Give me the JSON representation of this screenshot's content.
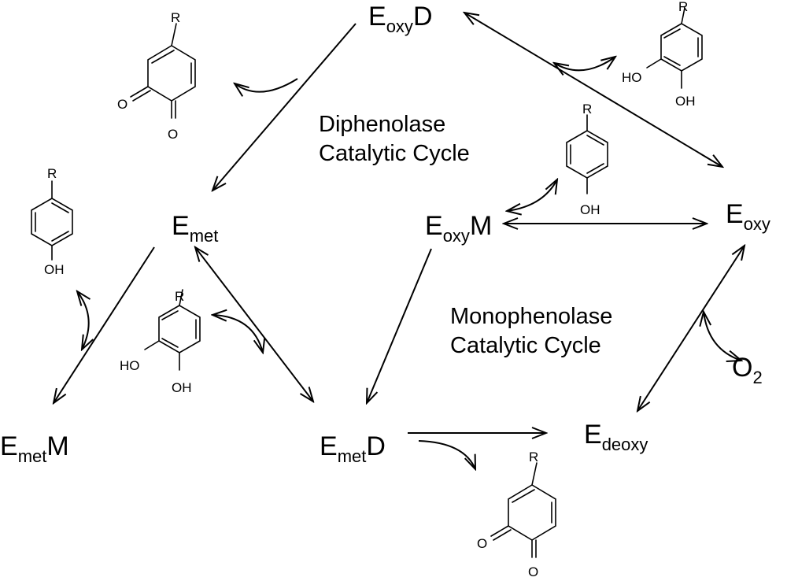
{
  "species": {
    "eoxyd": {
      "base": "E",
      "sub": "oxy",
      "suffix": "D"
    },
    "emet": {
      "base": "E",
      "sub": "met",
      "suffix": ""
    },
    "eoxym": {
      "base": "E",
      "sub": "oxy",
      "suffix": "M"
    },
    "eoxy": {
      "base": "E",
      "sub": "oxy",
      "suffix": ""
    },
    "emetm": {
      "base": "E",
      "sub": "met",
      "suffix": "M"
    },
    "emetd": {
      "base": "E",
      "sub": "met",
      "suffix": "D"
    },
    "edeoxy": {
      "base": "E",
      "sub": "deoxy",
      "suffix": ""
    },
    "o2": {
      "base": "O",
      "sub": "2",
      "suffix": ""
    }
  },
  "cycles": {
    "diphenolase": {
      "line1": "Diphenolase",
      "line2": "Catalytic Cycle"
    },
    "monophenolase": {
      "line1": "Monophenolase",
      "line2": "Catalytic Cycle"
    }
  },
  "atoms": {
    "r": "R",
    "o": "O",
    "oh": "OH",
    "ho": "HO"
  }
}
